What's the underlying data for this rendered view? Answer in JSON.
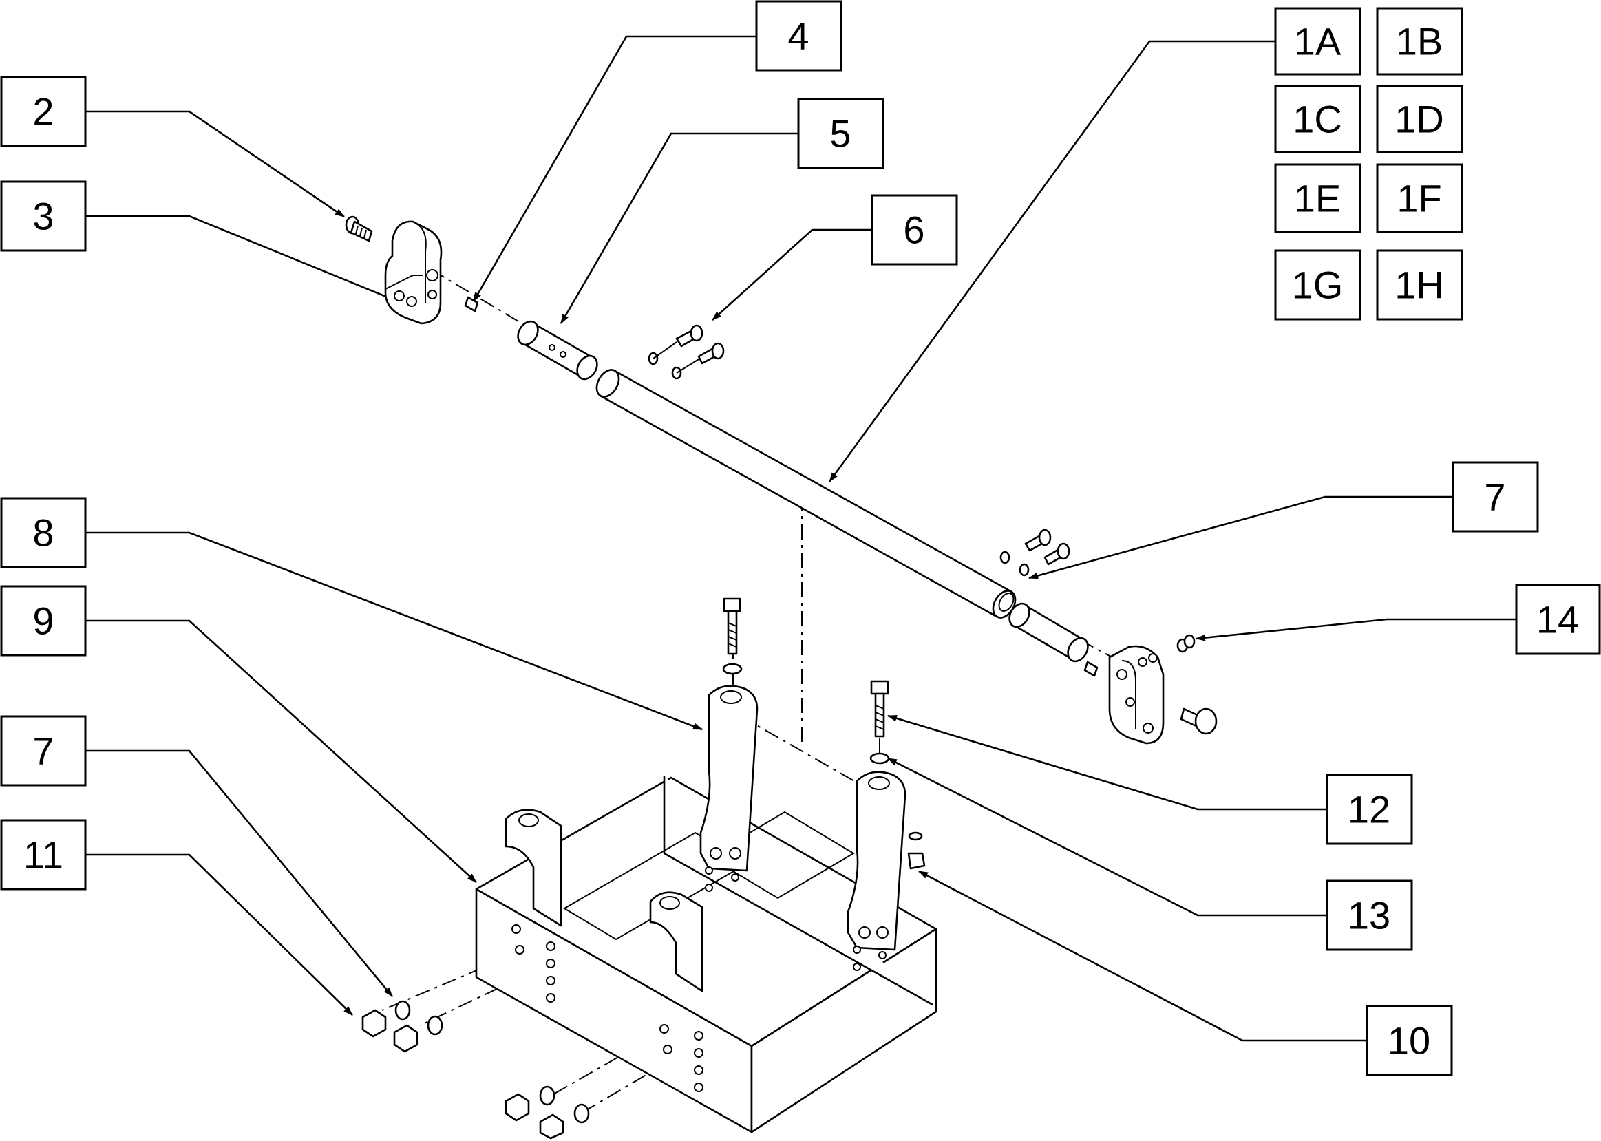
{
  "callouts": {
    "c4": "4",
    "c1A": "1A",
    "c1B": "1B",
    "c2": "2",
    "c5": "5",
    "c1C": "1C",
    "c1D": "1D",
    "c3": "3",
    "c6": "6",
    "c1E": "1E",
    "c1F": "1F",
    "c1G": "1G",
    "c1H": "1H",
    "c7_top": "7",
    "c8": "8",
    "c9": "9",
    "c14": "14",
    "c7_bottom": "7",
    "c12": "12",
    "c11": "11",
    "c13": "13",
    "c10": "10"
  },
  "colors": {
    "line": "#000000",
    "background": "#ffffff"
  }
}
